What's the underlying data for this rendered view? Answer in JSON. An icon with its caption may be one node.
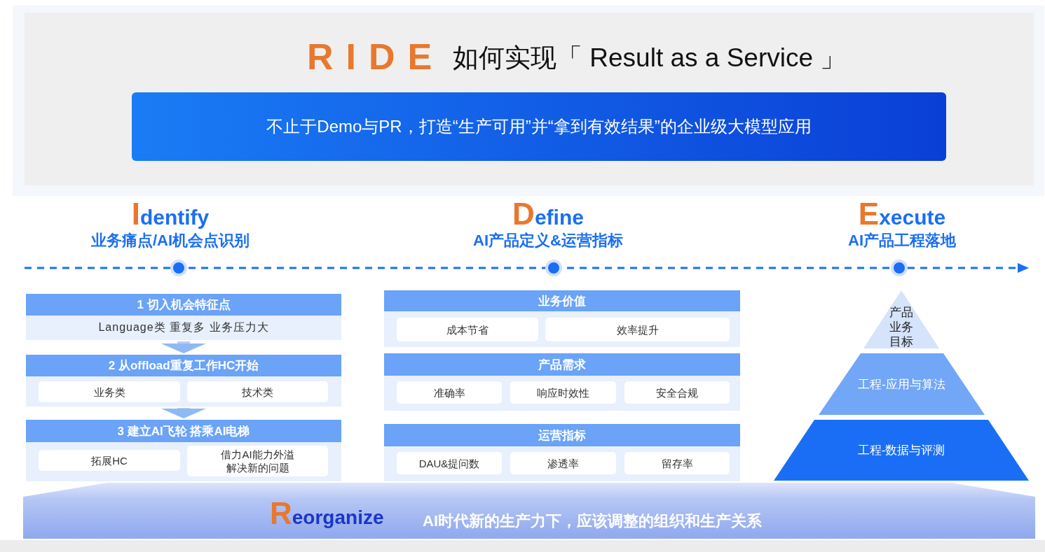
{
  "diagram": {
    "title": "如何实现「 Result as a Service 」",
    "nodes": [
      {
        "text": [
          "不止于Demo与PR，打造“生产可用”并“拿到有效结果”的企业级大模型应用"
        ]
      },
      {
        "text": [
          "Identify",
          "业务痛点/AI机会点识别"
        ]
      },
      {
        "text": [
          "Define",
          "AI产品定义&运营指标"
        ]
      },
      {
        "text": [
          "Execute",
          "AI产品工程落地"
        ]
      },
      {
        "text": [
          "1 切入机会特征点",
          "Language类 重复多 业务压力大"
        ]
      },
      {
        "text": [
          "2 从offload重复工作HC开始"
        ]
      },
      {
        "text": [
          "业务类"
        ],
        "in": 5
      },
      {
        "text": [
          "技术类"
        ],
        "in": 5
      },
      {
        "text": [
          "3 建立AI飞轮 搭乘AI电梯"
        ]
      },
      {
        "text": [
          "拓展HC"
        ],
        "in": 8
      },
      {
        "text": [
          "借力AI能力外溢解决新的问题"
        ],
        "in": 8
      },
      {
        "text": [
          "业务价值"
        ]
      },
      {
        "text": [
          "成本节省"
        ],
        "in": 11
      },
      {
        "text": [
          "效率提升"
        ],
        "in": 11
      },
      {
        "text": [
          "产品需求"
        ]
      },
      {
        "text": [
          "准确率"
        ],
        "in": 14
      },
      {
        "text": [
          "响应时效性"
        ],
        "in": 14
      },
      {
        "text": [
          "安全合规"
        ],
        "in": 14
      },
      {
        "text": [
          "运营指标"
        ]
      },
      {
        "text": [
          "DAU&提问数"
        ],
        "in": 18
      },
      {
        "text": [
          "渗透率"
        ],
        "in": 18
      },
      {
        "text": [
          "留存率"
        ],
        "in": 18
      },
      {
        "text": [
          "产品业务目标"
        ]
      },
      {
        "text": [
          "工程-应用与算法"
        ]
      },
      {
        "text": [
          "工程-数据与评测"
        ]
      },
      {
        "text": [
          "Reorganize",
          "AI时代新的生产力下，应该调整的组织和生产关系"
        ]
      }
    ],
    "edges": [
      {
        "from": 4,
        "to": 5,
        "arrow": "to"
      },
      {
        "from": 5,
        "to": 8,
        "arrow": "to"
      }
    ],
    "labels": [
      "RIDE"
    ]
  }
}
